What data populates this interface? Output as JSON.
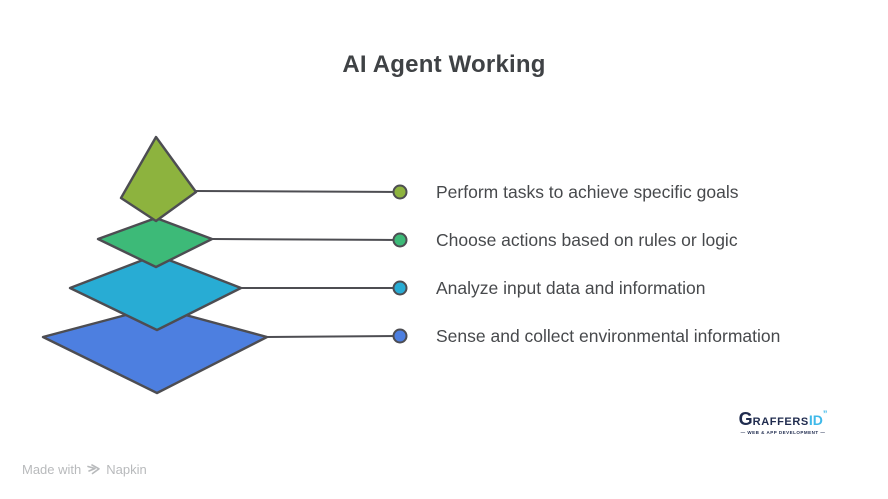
{
  "title": "AI Agent Working",
  "diagram": {
    "stroke_color": "#4d4d52",
    "rows": [
      {
        "label": "Perform tasks to achieve specific goals",
        "color": "#8db33e"
      },
      {
        "label": "Choose actions based on rules or logic",
        "color": "#3dba78"
      },
      {
        "label": "Analyze input data and information",
        "color": "#28acd4"
      },
      {
        "label": "Sense and collect environmental information",
        "color": "#4d7fe0"
      }
    ]
  },
  "footer": {
    "made_with": "Made with",
    "brand": "Napkin"
  },
  "logo": {
    "g": "G",
    "rest": "RAFFERS",
    "accent": "ID",
    "mark": "”",
    "tagline": "— WEB & APP DEVELOPMENT —",
    "navy": "#1f2b4e",
    "accent_color": "#3fb9e9"
  }
}
